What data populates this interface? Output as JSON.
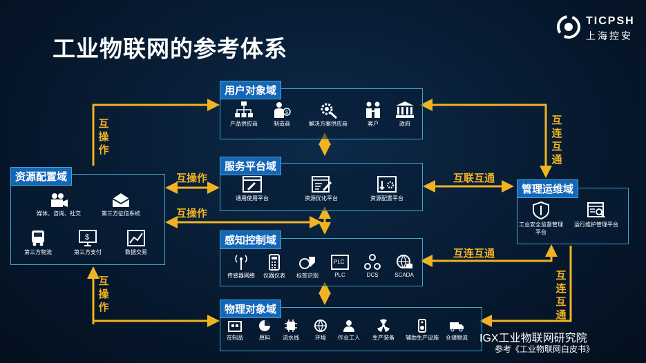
{
  "title": "工业物联网的参考体系",
  "logo": {
    "en": "TICPSH",
    "cn": "上海控安"
  },
  "domains": {
    "user": {
      "label": "用户对象域",
      "items": [
        "产品供应商",
        "制造商",
        "解决方案供应商",
        "客户",
        "政府"
      ]
    },
    "service": {
      "label": "服务平台域",
      "items": [
        "通用使用平台",
        "资源优化平台",
        "资源配置平台"
      ]
    },
    "sense": {
      "label": "感知控制域",
      "items": [
        "传感器网络",
        "仪器仪表",
        "标签识别",
        "PLC",
        "DCS",
        "SCADA"
      ]
    },
    "physical": {
      "label": "物理对象域",
      "items": [
        "在制品",
        "原料",
        "流水线",
        "环境",
        "作业工人",
        "生产装备",
        "辅助生产设施",
        "仓储物流"
      ]
    },
    "resource": {
      "label": "资源配置域",
      "items": [
        "媒体、咨询、社交",
        "第三方征信系统",
        "第三方物流",
        "第三方支付",
        "数据交易"
      ]
    },
    "ops": {
      "label": "管理运维域",
      "items": [
        "工业安全监督管理平台",
        "运行维护管理平台"
      ]
    }
  },
  "arrow_labels": {
    "top_left": "互操作",
    "mid1": "互操作",
    "mid2": "互操作",
    "bottom_left": "互操作",
    "service_ops": "互联互通",
    "sense_ops": "互连互通",
    "top_right": "互连互通",
    "bottom_right": "互连互通"
  },
  "icon_texts": {
    "plc": "PLC"
  },
  "watermark": {
    "line1": "IGX工业物联网研究院",
    "line2": "参考《工业物联网白皮书》"
  },
  "colors": {
    "arrow": "#f0b323",
    "border": "#3fa8c8",
    "tag": "#1466b8"
  }
}
